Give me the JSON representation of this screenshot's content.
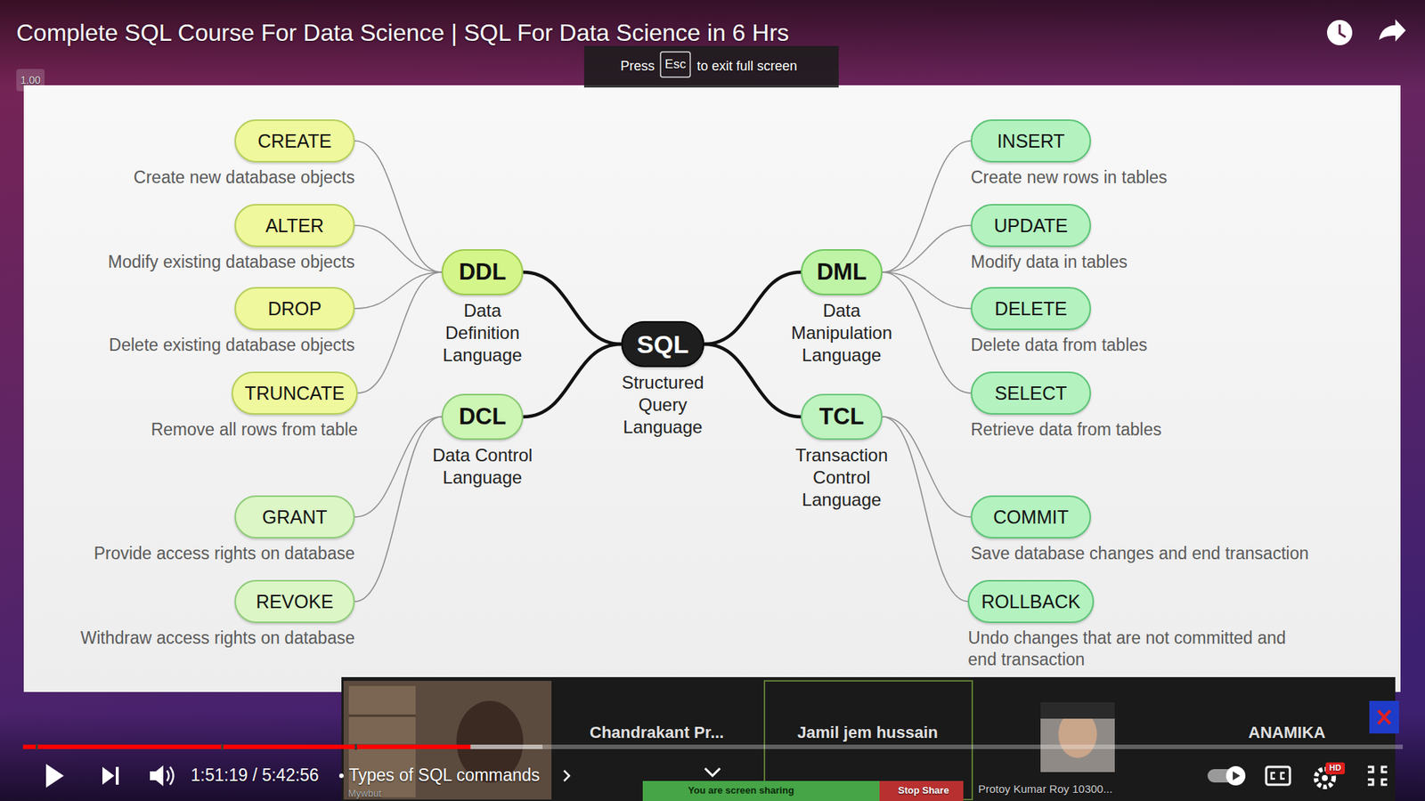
{
  "diagram": {
    "title": "Complete SQL Course For Data Science | SQL For Data Science in 6 Hrs",
    "nodes": [
      {
        "text": [
          "SQL",
          "Structured Query Language"
        ]
      },
      {
        "text": [
          "DDL",
          "Data Definition Language"
        ]
      },
      {
        "text": [
          "DML",
          "Data Manipulation Language"
        ]
      },
      {
        "text": [
          "DCL",
          "Data Control Language"
        ]
      },
      {
        "text": [
          "TCL",
          "Transaction Control Language"
        ]
      },
      {
        "text": [
          "CREATE",
          "Create new database objects"
        ]
      },
      {
        "text": [
          "ALTER",
          "Modify existing database objects"
        ]
      },
      {
        "text": [
          "DROP",
          "Delete existing database objects"
        ]
      },
      {
        "text": [
          "TRUNCATE",
          "Remove all rows from table"
        ]
      },
      {
        "text": [
          "GRANT",
          "Provide access rights on database"
        ]
      },
      {
        "text": [
          "REVOKE",
          "Withdraw access rights on database"
        ]
      },
      {
        "text": [
          "INSERT",
          "Create new rows in tables"
        ]
      },
      {
        "text": [
          "UPDATE",
          "Modify data in tables"
        ]
      },
      {
        "text": [
          "DELETE",
          "Delete data from tables"
        ]
      },
      {
        "text": [
          "SELECT",
          "Retrieve data from tables"
        ]
      },
      {
        "text": [
          "COMMIT",
          "Save database changes and end transaction"
        ]
      },
      {
        "text": [
          "ROLLBACK",
          "Undo changes that are not committed and end transaction"
        ]
      }
    ],
    "edges": [
      {
        "from": 0,
        "to": 1,
        "arrow": "none"
      },
      {
        "from": 0,
        "to": 2,
        "arrow": "none"
      },
      {
        "from": 0,
        "to": 3,
        "arrow": "none"
      },
      {
        "from": 0,
        "to": 4,
        "arrow": "none"
      },
      {
        "from": 1,
        "to": 5,
        "arrow": "none"
      },
      {
        "from": 1,
        "to": 6,
        "arrow": "none"
      },
      {
        "from": 1,
        "to": 7,
        "arrow": "none"
      },
      {
        "from": 1,
        "to": 8,
        "arrow": "none"
      },
      {
        "from": 3,
        "to": 9,
        "arrow": "none"
      },
      {
        "from": 3,
        "to": 10,
        "arrow": "none"
      },
      {
        "from": 2,
        "to": 11,
        "arrow": "none"
      },
      {
        "from": 2,
        "to": 12,
        "arrow": "none"
      },
      {
        "from": 2,
        "to": 13,
        "arrow": "none"
      },
      {
        "from": 2,
        "to": 14,
        "arrow": "none"
      },
      {
        "from": 4,
        "to": 15,
        "arrow": "none"
      },
      {
        "from": 4,
        "to": 16,
        "arrow": "none"
      }
    ],
    "labels": [
      "Press",
      "Esc",
      "to exit full screen",
      "1.00",
      "1:51:19 / 5:42:56",
      "Types of SQL commands",
      "Chandrakant Pr...",
      "Jamil jem hussain",
      "ANAMIKA",
      "Protoy Kumar Roy 10300...",
      "You are screen sharing",
      "Stop Share",
      "Mywbut",
      "HD"
    ]
  }
}
